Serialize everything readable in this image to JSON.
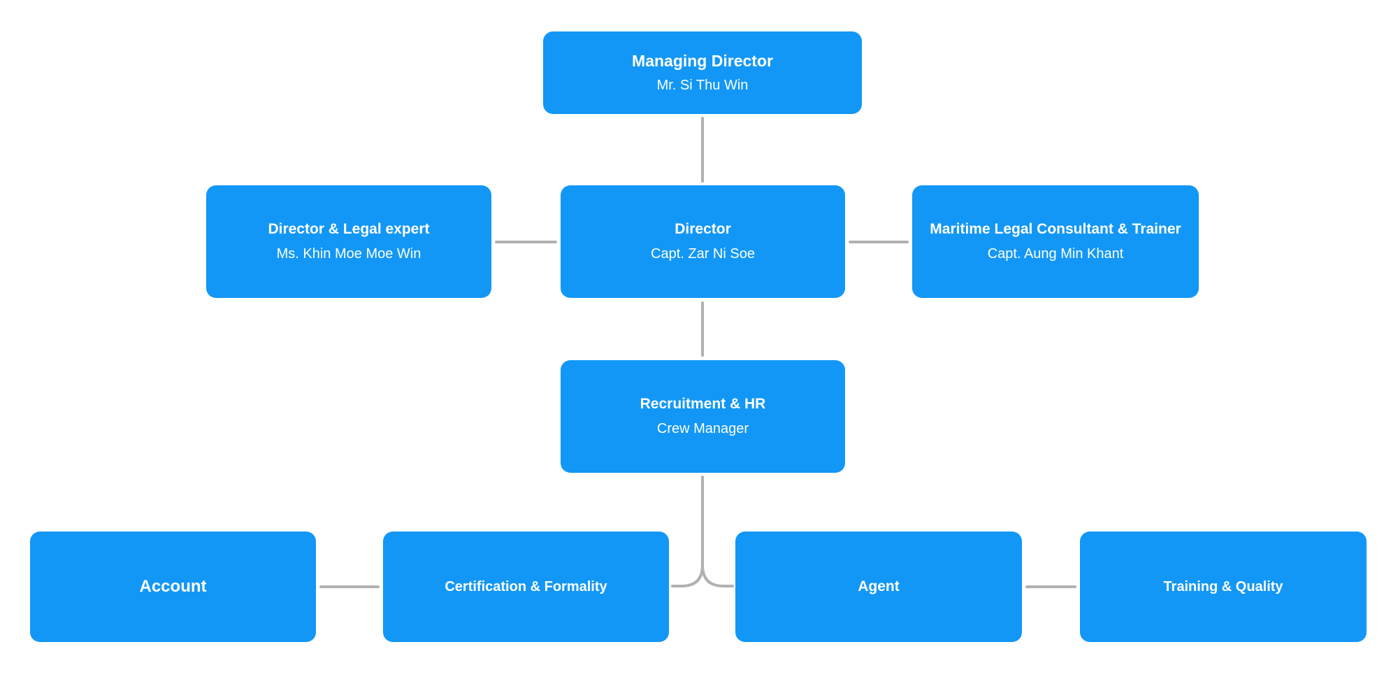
{
  "chart": {
    "type": "org-chart",
    "background_color": "#ffffff",
    "node_fill_color": "#1297f6",
    "node_text_color": "#ffffff",
    "connector_color": "#b1b1b1",
    "nodes": {
      "md": {
        "title": "Managing Director",
        "subtitle": "Mr. Si Thu Win"
      },
      "legal": {
        "title": "Director & Legal expert",
        "subtitle": "Ms. Khin Moe Moe Win"
      },
      "director": {
        "title": "Director",
        "subtitle": "Capt. Zar Ni Soe"
      },
      "maritime": {
        "title": "Maritime Legal Consultant & Trainer",
        "subtitle": "Capt. Aung Min Khant"
      },
      "recruitment": {
        "title": "Recruitment & HR",
        "subtitle": "Crew Manager"
      },
      "account": {
        "title": "Account"
      },
      "certification": {
        "title": "Certification & Formality"
      },
      "agent": {
        "title": "Agent"
      },
      "training": {
        "title": "Training & Quality"
      }
    },
    "edges": [
      {
        "from": "managing-director",
        "to": "director"
      },
      {
        "from": "director",
        "to": "director-legal-expert"
      },
      {
        "from": "director",
        "to": "maritime-legal-consultant-trainer"
      },
      {
        "from": "director",
        "to": "recruitment-hr"
      },
      {
        "from": "recruitment-hr",
        "to": "certification-formality"
      },
      {
        "from": "recruitment-hr",
        "to": "agent"
      },
      {
        "from": "account",
        "to": "certification-formality"
      },
      {
        "from": "agent",
        "to": "training-quality"
      }
    ]
  }
}
